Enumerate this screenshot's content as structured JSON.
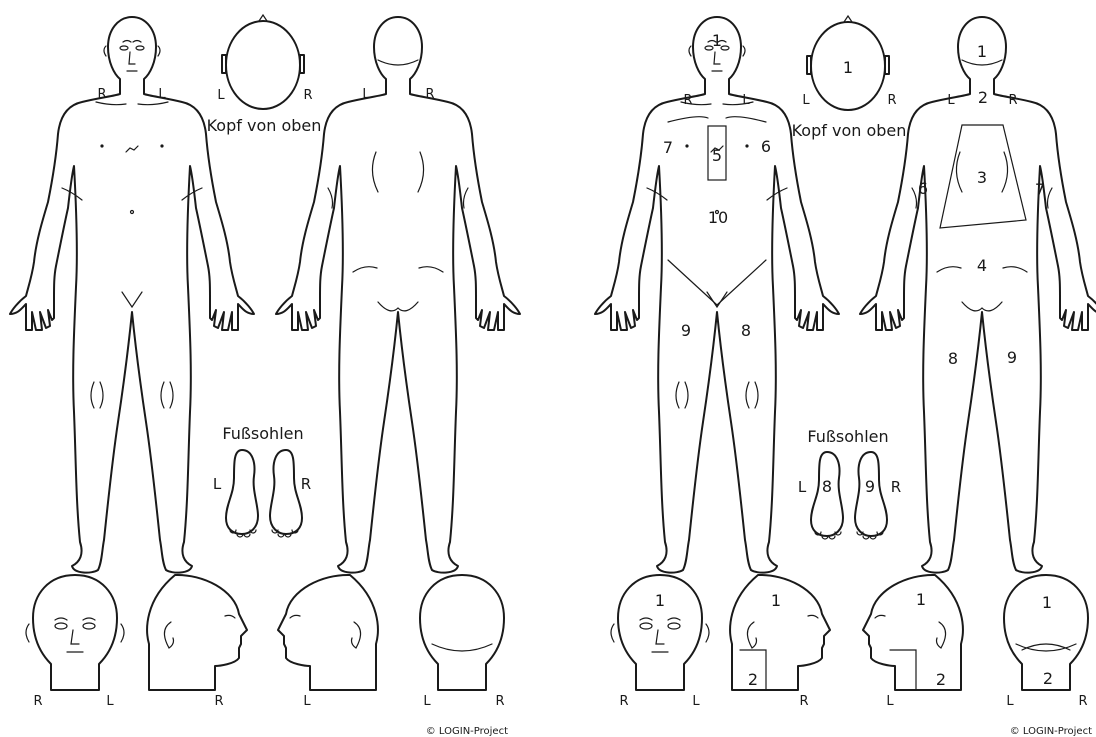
{
  "labels": {
    "head_top": "Kopf von oben",
    "soles": "Fußsohlen",
    "copyright": "© LOGIN-Project",
    "R": "R",
    "L": "L"
  },
  "zones": {
    "z1": "1",
    "z2": "2",
    "z3": "3",
    "z4": "4",
    "z5": "5",
    "z6": "6",
    "z7": "7",
    "z8": "8",
    "z9": "9",
    "z10": "10"
  },
  "colors": {
    "line": "#1a1a1a",
    "background": "#ffffff"
  }
}
